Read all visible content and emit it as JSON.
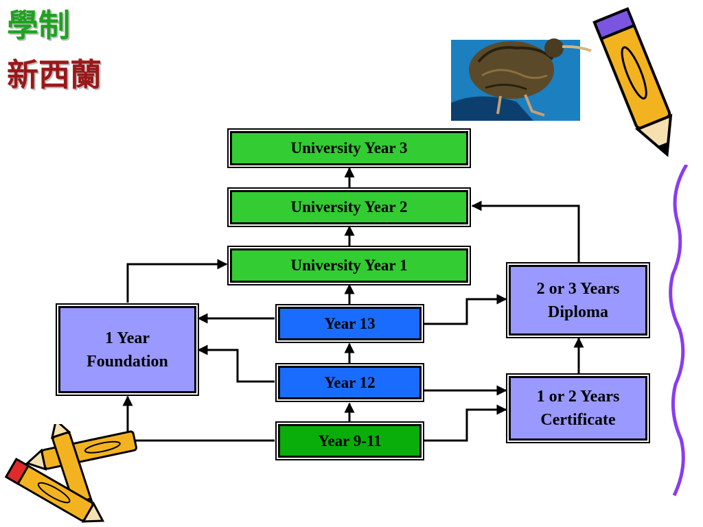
{
  "title": {
    "line1": "學制",
    "line2": "新西蘭"
  },
  "boxes": {
    "uni3": "University Year 3",
    "uni2": "University Year 2",
    "uni1": "University Year 1",
    "y13": "Year 13",
    "y12": "Year 12",
    "y911": "Year 9-11",
    "foundation_l1": "1 Year",
    "foundation_l2": "Foundation",
    "diploma_l1": "2 or 3 Years",
    "diploma_l2": "Diploma",
    "certificate_l1": "1 or 2 Years",
    "certificate_l2": "Certificate"
  },
  "icons": [
    "kiwi-bird-icon",
    "pencil-icon",
    "pencils-icon",
    "squiggle-line-icon"
  ]
}
